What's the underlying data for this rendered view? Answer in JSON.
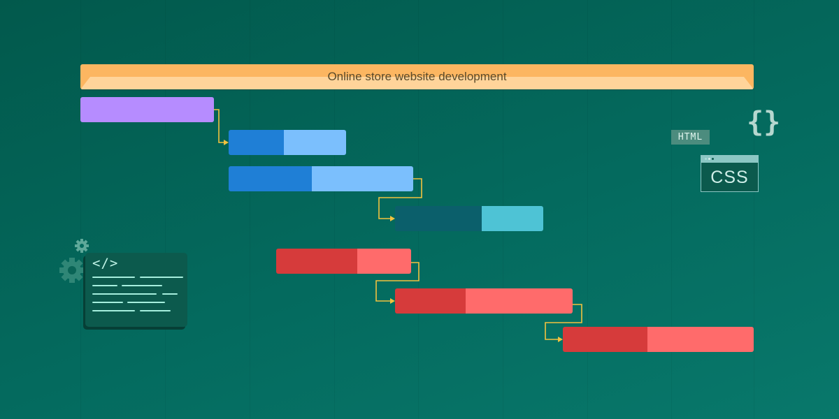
{
  "chart_data": {
    "type": "gantt",
    "title": "Online store website development",
    "summary_task": {
      "label": "Online store website development",
      "start": 0,
      "end": 8,
      "color": "#fcb661"
    },
    "tasks": [
      {
        "id": 1,
        "start": 0.0,
        "end": 1.58,
        "progress": 1.0,
        "color_done": "#b68cff",
        "color_rest": "#b68cff"
      },
      {
        "id": 2,
        "start": 1.75,
        "end": 3.15,
        "progress": 0.47,
        "color_done": "#1f7fd6",
        "color_rest": "#7bbffd"
      },
      {
        "id": 3,
        "start": 1.75,
        "end": 3.95,
        "progress": 0.45,
        "color_done": "#1f7fd6",
        "color_rest": "#7bbffd"
      },
      {
        "id": 4,
        "start": 3.75,
        "end": 5.5,
        "progress": 0.58,
        "color_done": "#0b5f6b",
        "color_rest": "#4ec3d5"
      },
      {
        "id": 5,
        "start": 2.32,
        "end": 3.93,
        "progress": 0.6,
        "color_done": "#d63b3b",
        "color_rest": "#ff6b6b"
      },
      {
        "id": 6,
        "start": 3.73,
        "end": 5.82,
        "progress": 0.4,
        "color_done": "#d63b3b",
        "color_rest": "#ff6b6b"
      },
      {
        "id": 7,
        "start": 5.73,
        "end": 8.0,
        "progress": 0.44,
        "color_done": "#d63b3b",
        "color_rest": "#ff6b6b"
      }
    ],
    "dependencies": [
      [
        1,
        2
      ],
      [
        3,
        4
      ],
      [
        5,
        6
      ],
      [
        6,
        7
      ]
    ],
    "grid": true,
    "columns": 8
  },
  "decorations": {
    "code_tag": "</>",
    "html_badge": "HTML",
    "css_label": "CSS",
    "braces": "{}"
  },
  "colors": {
    "background": "#03604f",
    "connector": "#f2c23f"
  }
}
